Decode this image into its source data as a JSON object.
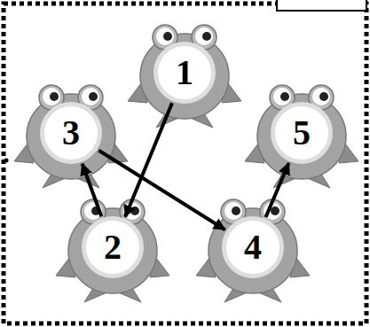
{
  "diagram": {
    "nodes": [
      {
        "text": [
          "1"
        ]
      },
      {
        "text": [
          "3"
        ]
      },
      {
        "text": [
          "5"
        ]
      },
      {
        "text": [
          "2"
        ]
      },
      {
        "text": [
          "4"
        ]
      }
    ],
    "edges": [
      {
        "from": 0,
        "to": 3,
        "arrow": "to"
      },
      {
        "from": 3,
        "to": 1,
        "arrow": "to"
      },
      {
        "from": 1,
        "to": 4,
        "arrow": "to"
      },
      {
        "from": 4,
        "to": 2,
        "arrow": "to"
      }
    ]
  }
}
